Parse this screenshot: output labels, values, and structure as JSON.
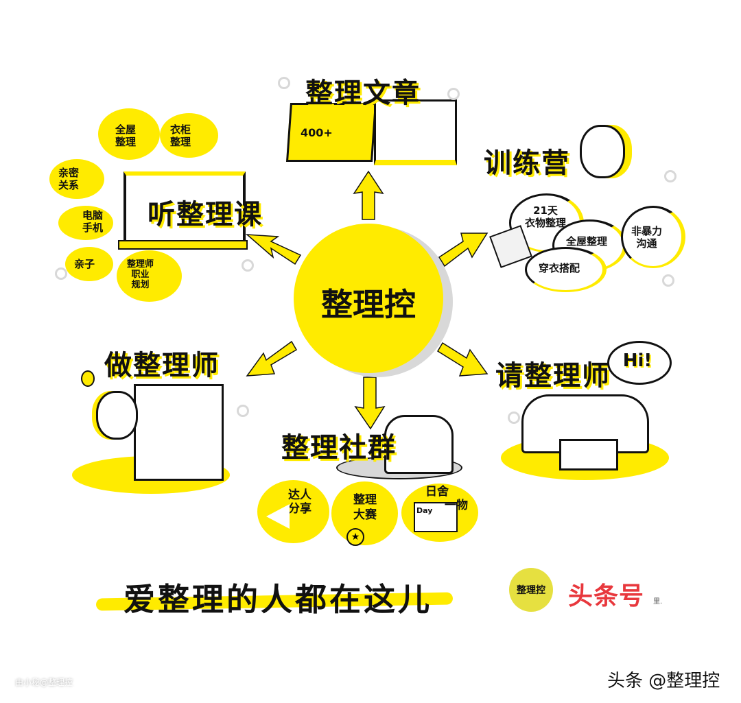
{
  "center": {
    "label": "整理控"
  },
  "branches": {
    "articles": {
      "title": "整理文章",
      "paper_label": "400+"
    },
    "camp": {
      "title": "训练营",
      "items": [
        "21天",
        "衣物整理",
        "全屋整理",
        "非暴力",
        "沟通",
        "穿衣搭配"
      ]
    },
    "courses": {
      "title": "听整理课",
      "items": [
        "全屋",
        "整理",
        "衣柜",
        "整理",
        "亲密",
        "关系",
        "电脑",
        "手机",
        "亲子",
        "整理师",
        "职业",
        "规划"
      ]
    },
    "become": {
      "title": "做整理师"
    },
    "community": {
      "title": "整理社群",
      "items": [
        "达人",
        "分享",
        "整理",
        "大赛",
        "日舍",
        "一物",
        "Day"
      ]
    },
    "hire": {
      "title": "请整理师",
      "speech": "Hi!"
    }
  },
  "slogan": "爱整理的人都在这儿",
  "logo": {
    "badge": "整理控",
    "brand": "头条号",
    "mark": "里."
  },
  "watermark": {
    "left": "由小秘@整理控",
    "right": "头条 @整理控"
  },
  "colors": {
    "yellow": "#FFEB00",
    "ink": "#111111",
    "shadow": "#D8D8D8",
    "brand_red": "#E8383D"
  }
}
